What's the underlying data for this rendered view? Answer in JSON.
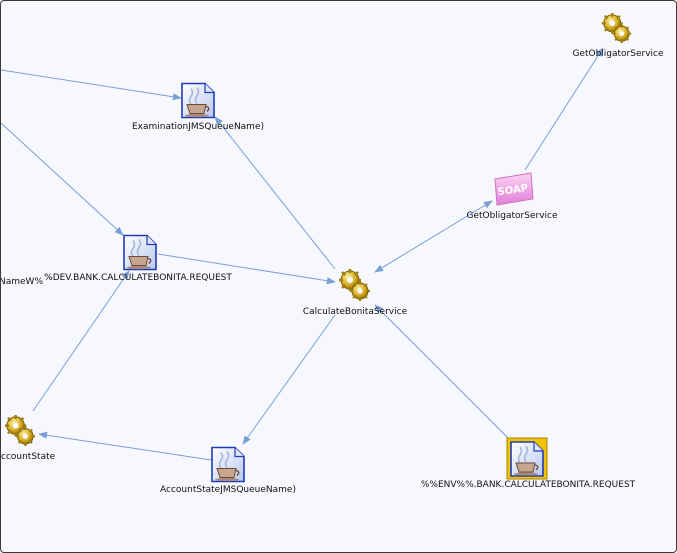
{
  "nodes": {
    "examination_queue": {
      "label": "ExaminationJMSQueueName)",
      "icon": "java-document-icon"
    },
    "get_obligator_top": {
      "label": "GetObligatorService",
      "icon": "service-gear-icon"
    },
    "get_obligator_soap": {
      "label": "GetObligatorService",
      "icon": "soap-service-icon",
      "badge": "SOAP"
    },
    "dev_bank_request": {
      "label": "%DEV.BANK.CALCULATEBONITA.REQUEST",
      "icon": "java-document-icon"
    },
    "left_name_partial": {
      "label": "NameW%"
    },
    "calculate_bonita": {
      "label": "CalculateBonitaService",
      "icon": "service-gear-icon"
    },
    "account_state": {
      "label": "ccountState",
      "icon": "service-gear-icon"
    },
    "account_state_queue": {
      "label": "AccountStateJMSQueueName)",
      "icon": "java-document-icon"
    },
    "env_bank_request": {
      "label": "%%ENV%%.BANK.CALCULATEBONITA.REQUEST",
      "icon": "java-document-icon",
      "selected": true
    }
  },
  "colors": {
    "edge": "#7a9fd4",
    "background": "#f7f8fd",
    "gear": "#c9a21a",
    "soap": "#e8a0e0",
    "doc": "#2a46c8",
    "selection": "#f2c400"
  }
}
